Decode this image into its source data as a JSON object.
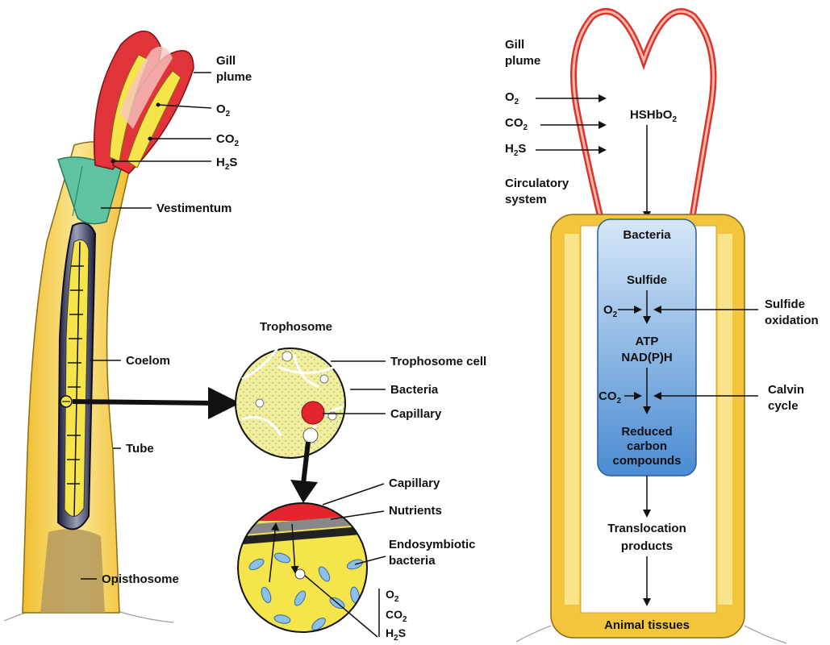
{
  "left_panel": {
    "labels": {
      "gill_plume_line1": "Gill",
      "gill_plume_line2": "plume",
      "o2": "O",
      "o2_sub": "2",
      "co2": "CO",
      "co2_sub": "2",
      "h2s_h": "H",
      "h2s_sub": "2",
      "h2s_s": "S",
      "vestimentum": "Vestimentum",
      "coelom": "Coelom",
      "tube": "Tube",
      "opisthosome": "Opisthosome"
    }
  },
  "trophosome": {
    "title": "Trophosome",
    "labels": {
      "trophosome_cell": "Trophosome cell",
      "bacteria": "Bacteria",
      "capillary": "Capillary"
    }
  },
  "detail": {
    "labels": {
      "capillary": "Capillary",
      "nutrients": "Nutrients",
      "endosymbiotic_line1": "Endosymbiotic",
      "endosymbiotic_line2": "bacteria",
      "o2": "O",
      "o2_sub": "2",
      "co2": "CO",
      "co2_sub": "2",
      "h2s_h": "H",
      "h2s_sub": "2",
      "h2s_s": "S"
    }
  },
  "right_panel": {
    "labels": {
      "gill_plume_line1": "Gill",
      "gill_plume_line2": "plume",
      "o2": "O",
      "o2_sub": "2",
      "co2": "CO",
      "co2_sub": "2",
      "h2s_h": "H",
      "h2s_sub": "2",
      "h2s_s": "S",
      "hshbo2_main": "HSHbO",
      "hshbo2_sub": "2",
      "circulatory_line1": "Circulatory",
      "circulatory_line2": "system",
      "bacteria": "Bacteria",
      "sulfide": "Sulfide",
      "inner_o2": "O",
      "inner_o2_sub": "2",
      "atp": "ATP",
      "nadph": "NAD(P)H",
      "inner_co2": "CO",
      "inner_co2_sub": "2",
      "reduced_line1": "Reduced",
      "reduced_line2": "carbon",
      "reduced_line3": "compounds",
      "sulfide_oxidation_line1": "Sulfide",
      "sulfide_oxidation_line2": "oxidation",
      "calvin_line1": "Calvin",
      "calvin_line2": "cycle",
      "translocation_line1": "Translocation",
      "translocation_line2": "products",
      "animal_tissues": "Animal tissues"
    }
  },
  "colors": {
    "tube_yellow": "#f3c53c",
    "tube_light": "#fbe38a",
    "plume_red": "#e0343a",
    "vestimentum_green": "#66c7a6",
    "bacteria_blue_top": "#cfe2f6",
    "bacteria_blue_bottom": "#4c8fd4",
    "capillary_red": "#e3262d"
  }
}
